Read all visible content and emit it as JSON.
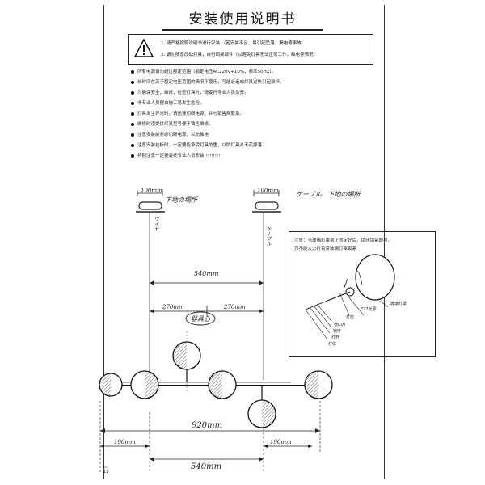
{
  "document": {
    "title": "安装使用说明书",
    "warning_lines": [
      "1. 请严格按照说明书进行安装   （若安装不当，易引起坠落、漏电等事故",
      "2. 请勿随意改动灯具，自行调换部件（以避免灯具无法正常工作，触电等情况）"
    ],
    "notes": [
      "所有电源请勿超过额定范围（额定电压AC220V+10%，频率50HZ）。",
      "长时间在高于额定电压范围的情况下使用，可能会造成灯具过热引起损坏。",
      "为确保安全，维修，检查灯具时，请委托专业人员负责。",
      "非专业人员擅自施工易发生危险。",
      "灯具发生异常时，请迅速切断电源，并与销售商联系。",
      "维修时须提供灯具型号便于销售维修。",
      "注意安装前务必切断电源，以防触电",
      "注意安装挂板时，一定要能承受灯具的重，以防灯具从天花掉落",
      "特别注意一定要委托专业人员安装!!!!!!!!!"
    ]
  },
  "diagram": {
    "left_canopy_dim": "100mm",
    "left_canopy_note": "下地の場所",
    "right_canopy_dim": "100mm",
    "right_canopy_note": "ケーブル、下地の場所",
    "left_wire_label": "ワイヤ",
    "right_wire_label": "ケーブル",
    "span_upper": "540mm",
    "half_left": "270mm",
    "half_right": "270mm",
    "center_note": "器具心",
    "overall_width": "920mm",
    "left_offset": "190mm",
    "right_offset": "190mm",
    "span_lower": "540mm"
  },
  "detail": {
    "text_line1": "注意：当玻璃灯罩调正固定好后，锁环锁紧即可，",
    "text_line2": "万不能大力拧锁紧玻璃灯罩锁紧",
    "label_bulb": "E27光源",
    "label_globe": "玻璃灯罩",
    "label_holder": "灯座",
    "label_lock": "锁口片",
    "label_ring": "锁环",
    "label_arm": "灯杆",
    "label_body": "灯体"
  },
  "page": {
    "marker": "11"
  }
}
